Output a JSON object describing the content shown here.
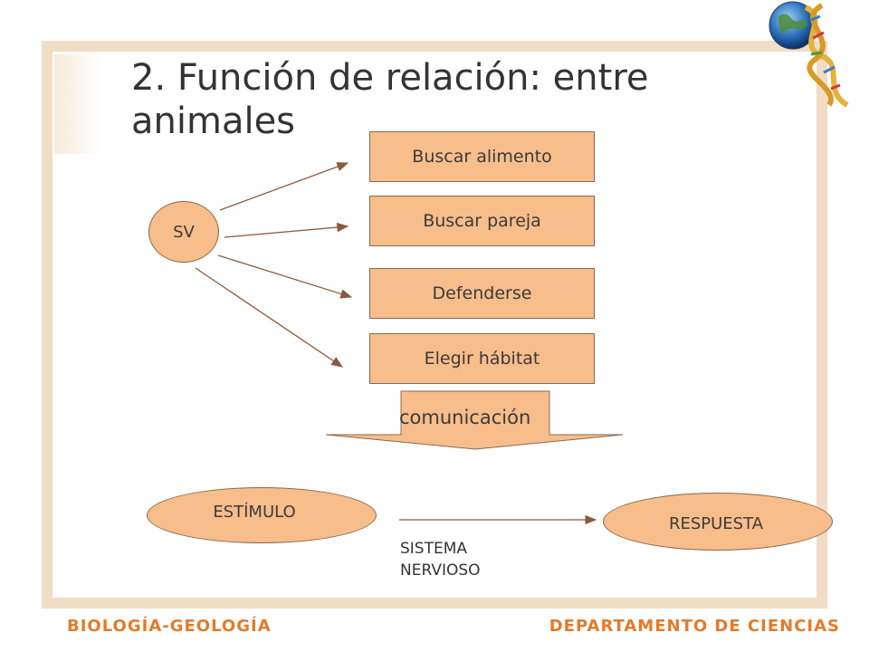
{
  "slide": {
    "title": "2. Función de relación: entre animales",
    "sv_label": "SV",
    "behaviors": [
      "Buscar alimento",
      "Buscar pareja",
      "Defenderse",
      "Elegir hábitat"
    ],
    "communication_label": "comunicación",
    "stimulus_label": "ESTÍMULO",
    "response_label": "RESPUESTA",
    "system_label_line1": "SISTEMA",
    "system_label_line2": "NERVIOSO"
  },
  "footer": {
    "left": "BIOLOGÍA-GEOLOGÍA",
    "right": "DEPARTAMENTO DE CIENCIAS"
  },
  "colors": {
    "accent_orange": "#e37b2a",
    "box_fill": "#f7bd8b",
    "frame": "#f1dcc5",
    "arrow": "#8a5a3c"
  },
  "icons": {
    "logo": "globe-dna-icon"
  }
}
